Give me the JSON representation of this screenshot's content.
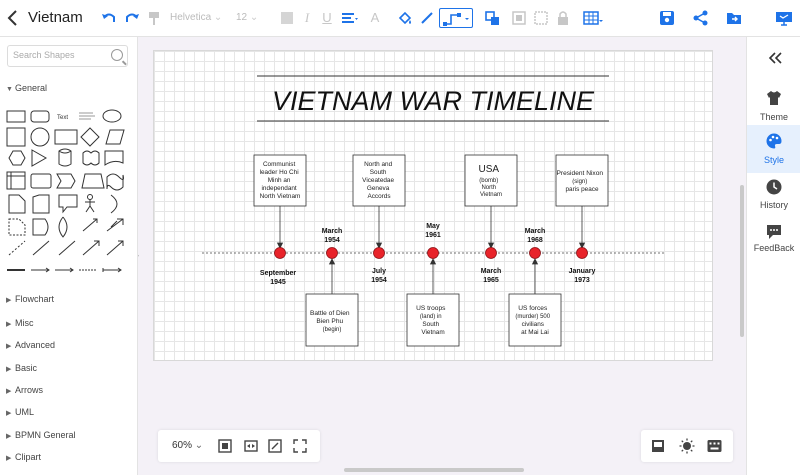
{
  "app": {
    "title": "Vietnam"
  },
  "toolbar": {
    "font_family": "Helvetica",
    "font_size": "12",
    "accent_color": "#1e73e8"
  },
  "sidebar": {
    "search_placeholder": "Search Shapes",
    "general_label": "General",
    "text_shape_label": "Text",
    "categories": [
      "Flowchart",
      "Misc",
      "Advanced",
      "Basic",
      "Arrows",
      "UML",
      "BPMN General",
      "Clipart"
    ]
  },
  "diagram": {
    "title": "VIETNAM WAR TIMELINE",
    "top_boxes": [
      {
        "lines": [
          "Communist",
          "leader Ho Chi",
          "Minh an",
          "independant",
          "North Vietnam"
        ]
      },
      {
        "lines": [
          "North and",
          "South",
          "Viceatedae",
          "Geneva",
          "Accords"
        ]
      },
      {
        "big": "USA",
        "lines": [
          "(bomb)",
          "North",
          "Vietnam"
        ]
      },
      {
        "lines": [
          "President Nixon",
          "(sign)",
          "paris peace"
        ]
      }
    ],
    "bottom_boxes": [
      {
        "lines": [
          "Battle of Dien",
          "Bien Phu",
          "(begin)"
        ]
      },
      {
        "lines": [
          "US troops",
          "(land) in",
          "South",
          "Vietnam"
        ]
      },
      {
        "lines": [
          "US forces",
          "(murder) 500",
          "civilians",
          "at Mai Lai"
        ]
      }
    ],
    "dates_above": [
      {
        "lines": [
          "March",
          "1954"
        ]
      },
      {
        "lines": [
          "May",
          "1961"
        ]
      },
      {
        "lines": [
          "March",
          "1968"
        ]
      }
    ],
    "dates_below": [
      {
        "lines": [
          "September",
          "1945"
        ]
      },
      {
        "lines": [
          "July",
          "1954"
        ]
      },
      {
        "lines": [
          "March",
          "1965"
        ]
      },
      {
        "lines": [
          "January",
          "1973"
        ]
      }
    ],
    "dot_color": "#e8232a"
  },
  "zoom": {
    "value": "60%"
  },
  "right_panel": {
    "items": [
      "Theme",
      "Style",
      "History",
      "FeedBack"
    ]
  }
}
